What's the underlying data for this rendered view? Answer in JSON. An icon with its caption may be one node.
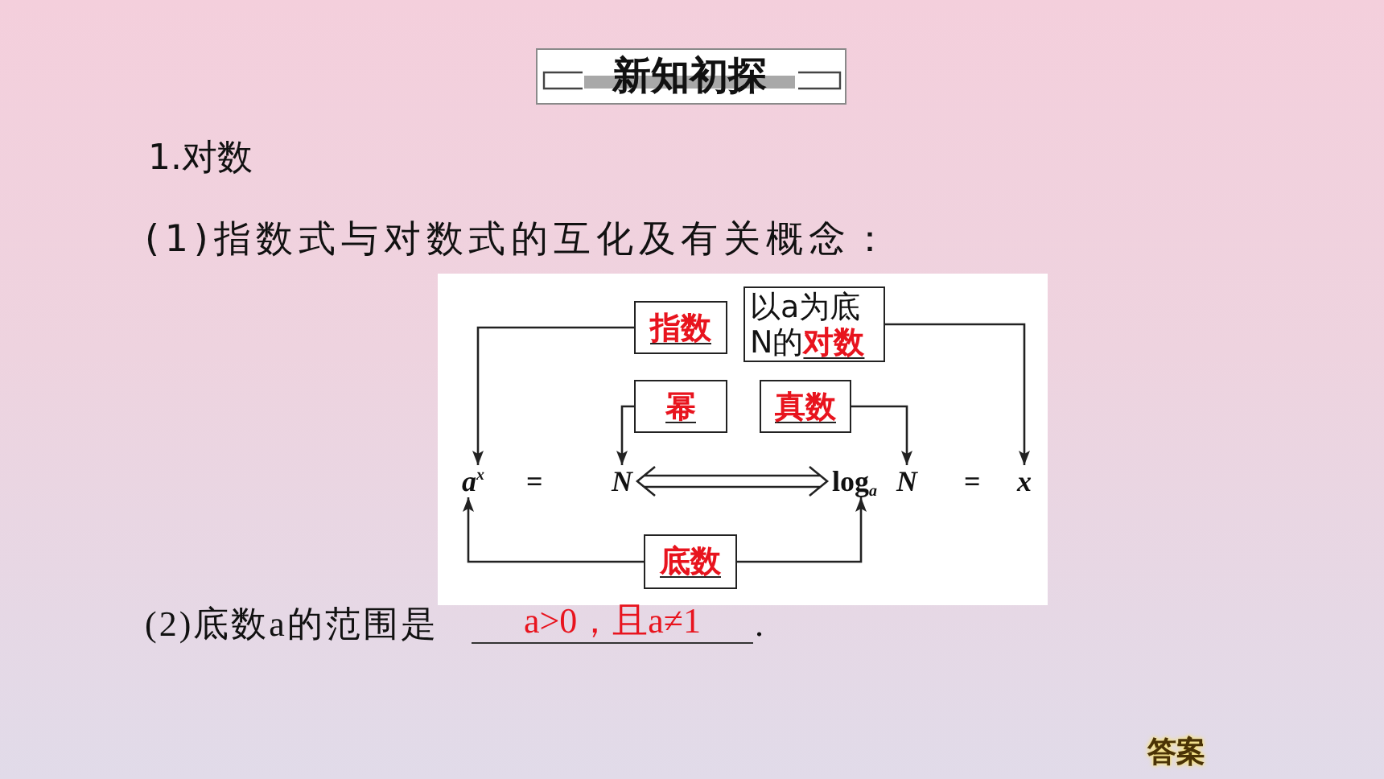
{
  "diagram": {
    "title": "新知初探",
    "nodes": [
      {
        "text": [
          "指数"
        ]
      },
      {
        "text": [
          "以a为底N的",
          "对数"
        ]
      },
      {
        "text": [
          "幂"
        ]
      },
      {
        "text": [
          "真数"
        ]
      },
      {
        "text": [
          "a$^{x}$"
        ]
      },
      {
        "text": [
          "N"
        ]
      },
      {
        "text": [
          "log$_{a}$"
        ]
      },
      {
        "text": [
          "N"
        ]
      },
      {
        "text": [
          "x"
        ]
      },
      {
        "text": [
          "底数"
        ]
      }
    ],
    "edges": [
      {
        "from": 0,
        "to": 4,
        "arrow": "to"
      },
      {
        "from": 1,
        "to": 8,
        "arrow": "to"
      },
      {
        "from": 2,
        "to": 5,
        "arrow": "to"
      },
      {
        "from": 3,
        "to": 7,
        "arrow": "to"
      },
      {
        "from": 9,
        "to": 4,
        "arrow": "to"
      },
      {
        "from": 9,
        "to": 6,
        "arrow": "to"
      },
      {
        "from": 5,
        "to": 6,
        "arrow": "both"
      }
    ],
    "labels": [
      "1.对数",
      "(1)指数式与对数式的互化及有关概念：",
      "=",
      "=",
      "(2)底数a的范围是",
      "a>0，且a≠1",
      ".",
      "答案"
    ]
  }
}
